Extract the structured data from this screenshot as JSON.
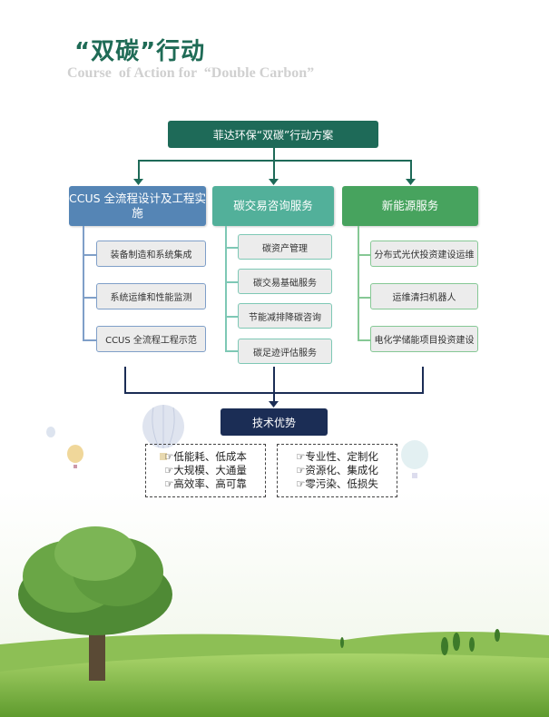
{
  "header": {
    "title": "“双碳”行动",
    "subtitle": "Course  of Action for  “Double Carbon”"
  },
  "root": "菲达环保“双碳”行动方案",
  "columns": [
    {
      "title": "CCUS 全流程设计及工程实施",
      "items": [
        "装备制造和系统集成",
        "系统运维和性能监测",
        "CCUS 全流程工程示范"
      ]
    },
    {
      "title": "碳交易咨询服务",
      "items": [
        "碳资产管理",
        "碳交易基础服务",
        "节能减排降碳咨询",
        "碳足迹评估服务"
      ]
    },
    {
      "title": "新能源服务",
      "items": [
        "分布式光伏投资建设运维",
        "运维清扫机器人",
        "电化学储能项目投资建设"
      ]
    }
  ],
  "advantages": {
    "title": "技术优势",
    "left": [
      "☞低能耗、低成本",
      "☞大规模、大通量",
      "☞高效率、高可靠"
    ],
    "right": [
      "☞专业性、定制化",
      "☞资源化、集成化",
      "☞零污染、低损失"
    ]
  },
  "colors": {
    "root": "#1e6a58",
    "blue": "#5585b5",
    "teal": "#52b09a",
    "green": "#47a35e",
    "advantage": "#1b2d55"
  }
}
